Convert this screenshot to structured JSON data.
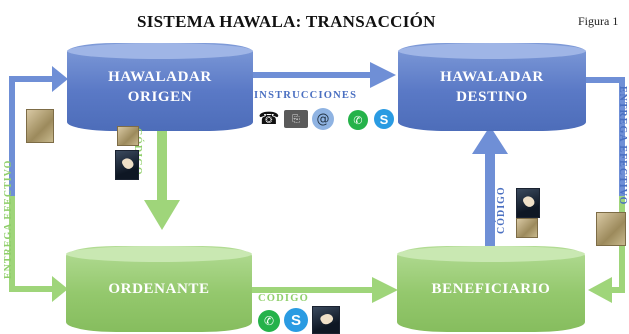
{
  "title": "SISTEMA HAWALA: TRANSACCIÓN",
  "figure_label": "Figura 1",
  "nodes": {
    "origin": [
      "HAWALADAR",
      "ORIGEN"
    ],
    "destination": [
      "HAWALADAR",
      "DESTINO"
    ],
    "sender": "ORDENANTE",
    "beneficiary": "BENEFICIARIO"
  },
  "labels": {
    "instructions": "INSTRUCCIONES",
    "code_vertical_left": "CÓDIGO",
    "code_bottom": "CÓDIGO",
    "code_vertical_right": "CÓDIGO",
    "cash_left": "ENTREGA EFECTIVO",
    "cash_right": "ENTREGA EFECTIVO"
  },
  "icons": {
    "instructions": [
      "telephone-icon",
      "fax-icon",
      "email-icon",
      "whatsapp-icon",
      "skype-icon"
    ],
    "code_bottom": [
      "whatsapp-icon",
      "skype-icon",
      "handshake-icon"
    ]
  },
  "colors": {
    "blue": "#5a79c6",
    "green": "#94c86d",
    "label_blue": "#4a6fc1",
    "label_green": "#8fcf6a"
  }
}
